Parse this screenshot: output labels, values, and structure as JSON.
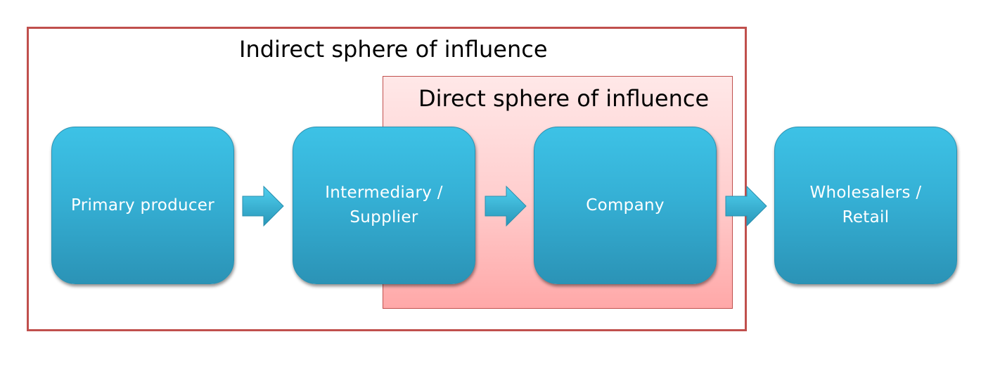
{
  "diagram": {
    "indirect_sphere": {
      "title": "Indirect sphere of influence"
    },
    "direct_sphere": {
      "title": "Direct sphere of influence"
    },
    "stages": [
      {
        "id": "primary-producer",
        "label": "Primary producer"
      },
      {
        "id": "intermediary-supplier",
        "label": "Intermediary / Supplier"
      },
      {
        "id": "company",
        "label": "Company"
      },
      {
        "id": "wholesalers-retail",
        "label": "Wholesalers / Retail"
      }
    ],
    "colors": {
      "frame_border": "#c0504d",
      "direct_fill_top": "#ffe8e8",
      "direct_fill_bottom": "#ffa8a8",
      "stage_fill": "#35b0d5",
      "stage_text": "#ffffff",
      "title_text": "#000000"
    },
    "icons": {
      "arrow": "right-arrow-icon"
    }
  }
}
